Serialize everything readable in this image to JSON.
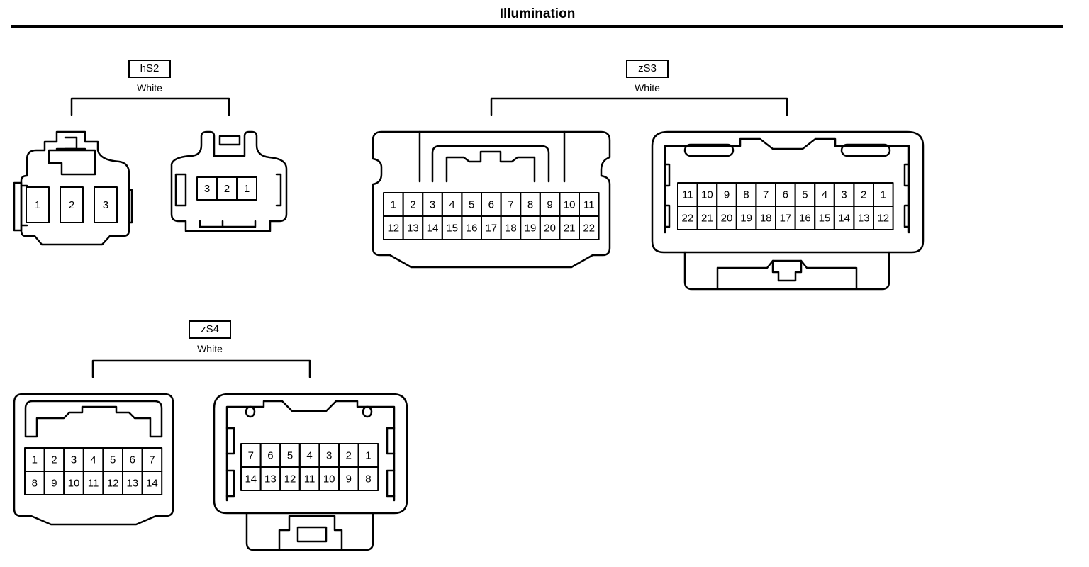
{
  "title": "Illumination",
  "connectors": [
    {
      "id": "hS2",
      "color": "White",
      "views": [
        {
          "shape": "small-male",
          "rows": [
            [
              "1",
              "2",
              "3"
            ]
          ]
        },
        {
          "shape": "small-female",
          "rows": [
            [
              "3",
              "2",
              "1"
            ]
          ]
        }
      ]
    },
    {
      "id": "zS3",
      "color": "White",
      "views": [
        {
          "shape": "male",
          "rows": [
            [
              "1",
              "2",
              "3",
              "4",
              "5",
              "6",
              "7",
              "8",
              "9",
              "10",
              "11"
            ],
            [
              "12",
              "13",
              "14",
              "15",
              "16",
              "17",
              "18",
              "19",
              "20",
              "21",
              "22"
            ]
          ]
        },
        {
          "shape": "female",
          "rows": [
            [
              "11",
              "10",
              "9",
              "8",
              "7",
              "6",
              "5",
              "4",
              "3",
              "2",
              "1"
            ],
            [
              "22",
              "21",
              "20",
              "19",
              "18",
              "17",
              "16",
              "15",
              "14",
              "13",
              "12"
            ]
          ]
        }
      ]
    },
    {
      "id": "zS4",
      "color": "White",
      "views": [
        {
          "shape": "male",
          "rows": [
            [
              "1",
              "2",
              "3",
              "4",
              "5",
              "6",
              "7"
            ],
            [
              "8",
              "9",
              "10",
              "11",
              "12",
              "13",
              "14"
            ]
          ]
        },
        {
          "shape": "female",
          "rows": [
            [
              "7",
              "6",
              "5",
              "4",
              "3",
              "2",
              "1"
            ],
            [
              "14",
              "13",
              "12",
              "11",
              "10",
              "9",
              "8"
            ]
          ]
        }
      ]
    }
  ]
}
